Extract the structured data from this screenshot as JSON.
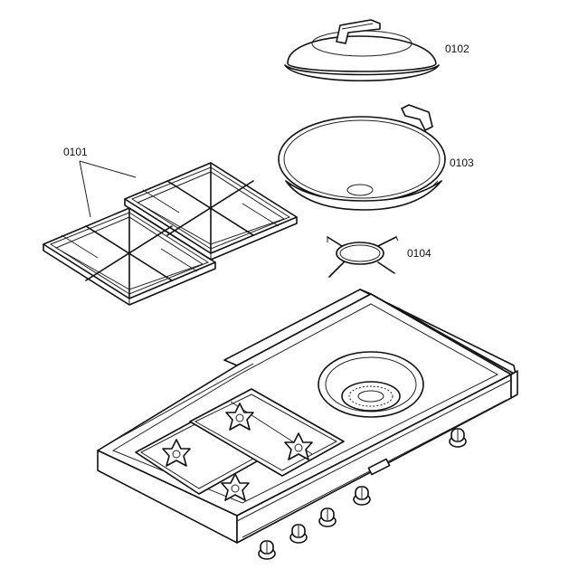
{
  "diagram": {
    "parts": [
      {
        "id": "0101"
      },
      {
        "id": "0102"
      },
      {
        "id": "0103"
      },
      {
        "id": "0104"
      }
    ]
  }
}
